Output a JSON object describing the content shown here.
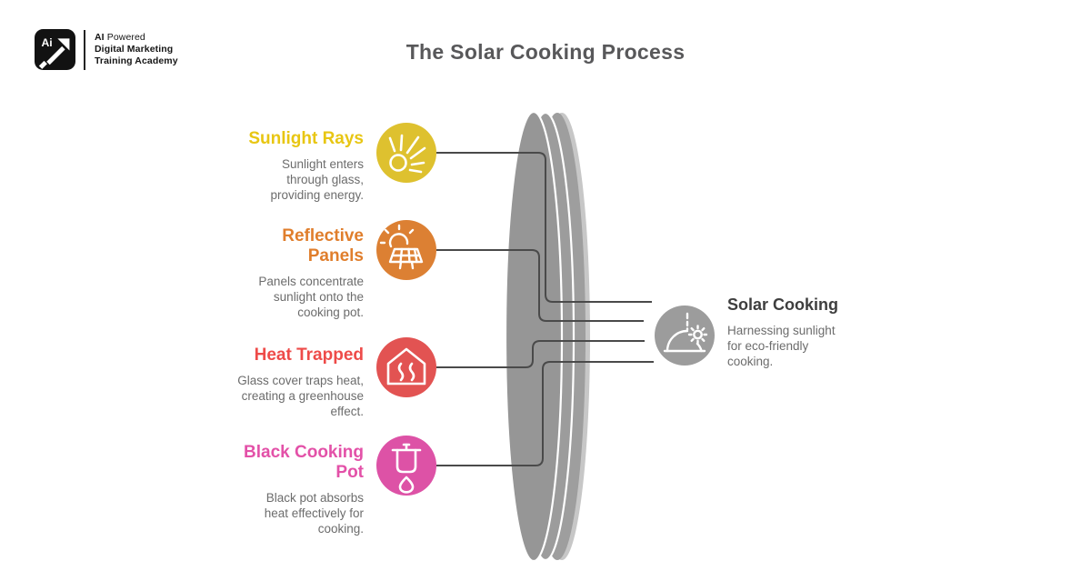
{
  "brand": {
    "mark": "Ai",
    "line1_strong": "AI",
    "line1_rest": " Powered",
    "line2": "Digital Marketing",
    "line3": "Training Academy"
  },
  "title": "The Solar Cooking Process",
  "steps": [
    {
      "heading": "Sunlight Rays",
      "desc": "Sunlight enters\nthrough glass,\nproviding energy.",
      "heading_color": "#E8C613",
      "circle_color": "#DEC12F",
      "icon": "sun-rays-icon"
    },
    {
      "heading": "Reflective\nPanels",
      "desc": "Panels concentrate\nsunlight onto the\ncooking pot.",
      "heading_color": "#E07E2C",
      "circle_color": "#DC8033",
      "icon": "solar-panel-icon"
    },
    {
      "heading": "Heat Trapped",
      "desc": "Glass cover traps heat,\ncreating a greenhouse\neffect.",
      "heading_color": "#EE4B49",
      "circle_color": "#E25352",
      "icon": "house-heat-icon"
    },
    {
      "heading": "Black Cooking\nPot",
      "desc": "Black pot absorbs\nheat effectively for\ncooking.",
      "heading_color": "#E351A8",
      "circle_color": "#DD52A6",
      "icon": "pot-flame-icon"
    }
  ],
  "result": {
    "heading": "Solar Cooking",
    "desc": "Harnessing sunlight\nfor eco-friendly\ncooking.",
    "circle_color": "#9C9C9C",
    "icon": "solar-dome-icon"
  },
  "colors": {
    "connector": "#4A4A4A",
    "disc_front": "#969696",
    "disc_mid": "#9C9C9C",
    "disc_back": "#9E9E9E",
    "disc_rim": "#C7C7C7",
    "title_text": "#58585A",
    "body_text": "#6C6C6C",
    "result_heading_text": "#3E3E3E"
  }
}
